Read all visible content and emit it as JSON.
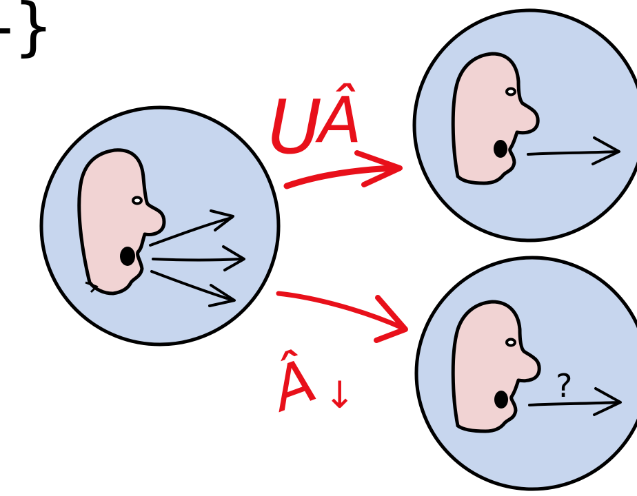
{
  "brace_text": "-}",
  "top_label": {
    "main": "U",
    "hat_op": "Â"
  },
  "bottom_label": {
    "hat_op": "Â",
    "suffix": "↓"
  },
  "question_mark": "?",
  "colors": {
    "bubble_fill": "#c7d6ee",
    "bubble_stroke": "#000000",
    "skin": "#f1d3d3",
    "ink": "#000000",
    "annotation_red": "#e8101a",
    "eye_white": "#ffffff"
  },
  "icons": {
    "speaker": "speaking-head-icon",
    "arrow": "arrow-right-icon"
  }
}
